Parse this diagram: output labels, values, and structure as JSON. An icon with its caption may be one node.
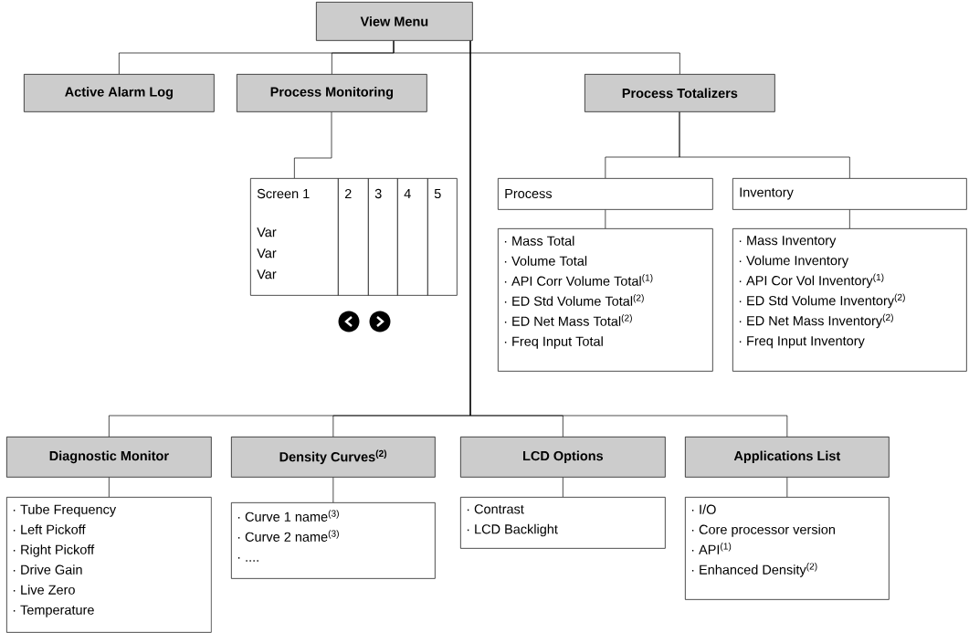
{
  "diagram": {
    "nodes": [
      {
        "text": [
          "View Menu"
        ]
      },
      {
        "text": [
          "Active Alarm Log"
        ]
      },
      {
        "text": [
          "Process Monitoring"
        ]
      },
      {
        "text": [
          "Process Totalizers"
        ]
      },
      {
        "text": [
          "Screen 1",
          "Var",
          "Var",
          "Var"
        ]
      },
      {
        "text": [
          "2"
        ]
      },
      {
        "text": [
          "3"
        ]
      },
      {
        "text": [
          "4"
        ]
      },
      {
        "text": [
          "5"
        ]
      },
      {
        "text": [
          "Process"
        ]
      },
      {
        "text": [
          "Inventory"
        ]
      },
      {
        "text": [
          "· Mass Total",
          "· Volume Total",
          "· API Corr Volume Total$^{(1)}$",
          "· ED Std Volume Total$^{(2)}$",
          "· ED Net Mass Total$^{(2)}$",
          "· Freq Input Total"
        ]
      },
      {
        "text": [
          "· Mass Inventory",
          "· Volume Inventory",
          "· API Cor Vol Inventory$^{(1)}$",
          "· ED Std Volume Inventory$^{(2)}$",
          "· ED Net Mass Inventory$^{(2)}$",
          "· Freq Input Inventory"
        ]
      },
      {
        "text": [
          "Diagnostic Monitor"
        ]
      },
      {
        "text": [
          "Density Curves$^{(2)}$"
        ]
      },
      {
        "text": [
          "LCD Options"
        ]
      },
      {
        "text": [
          "Applications List"
        ]
      },
      {
        "text": [
          "· Tube Frequency",
          "· Left Pickoff",
          "· Right Pickoff",
          "· Drive Gain",
          "· Live Zero",
          "· Temperature"
        ]
      },
      {
        "text": [
          "· Curve 1 name$^{(3)}$",
          "· Curve 2 name$^{(3)}$",
          "· ...."
        ]
      },
      {
        "text": [
          "· Contrast",
          "· LCD Backlight"
        ]
      },
      {
        "text": [
          "· I/O",
          "· Core processor version",
          "· API$^{(1)}$",
          "· Enhanced Density$^{(2)}$"
        ]
      }
    ],
    "edges": [
      {
        "from": 0,
        "to": 1,
        "arrow": "none"
      },
      {
        "from": 0,
        "to": 2,
        "arrow": "none"
      },
      {
        "from": 0,
        "to": 3,
        "arrow": "none"
      },
      {
        "from": 2,
        "to": 4,
        "arrow": "none"
      },
      {
        "from": 3,
        "to": 9,
        "arrow": "none"
      },
      {
        "from": 3,
        "to": 10,
        "arrow": "none"
      },
      {
        "from": 9,
        "to": 11,
        "arrow": "none"
      },
      {
        "from": 10,
        "to": 12,
        "arrow": "none"
      },
      {
        "from": 0,
        "to": 13,
        "arrow": "none"
      },
      {
        "from": 0,
        "to": 14,
        "arrow": "none"
      },
      {
        "from": 0,
        "to": 15,
        "arrow": "none"
      },
      {
        "from": 0,
        "to": 16,
        "arrow": "none"
      },
      {
        "from": 13,
        "to": 17,
        "arrow": "none"
      },
      {
        "from": 14,
        "to": 18,
        "arrow": "none"
      },
      {
        "from": 15,
        "to": 19,
        "arrow": "none"
      },
      {
        "from": 16,
        "to": 20,
        "arrow": "none"
      }
    ]
  }
}
